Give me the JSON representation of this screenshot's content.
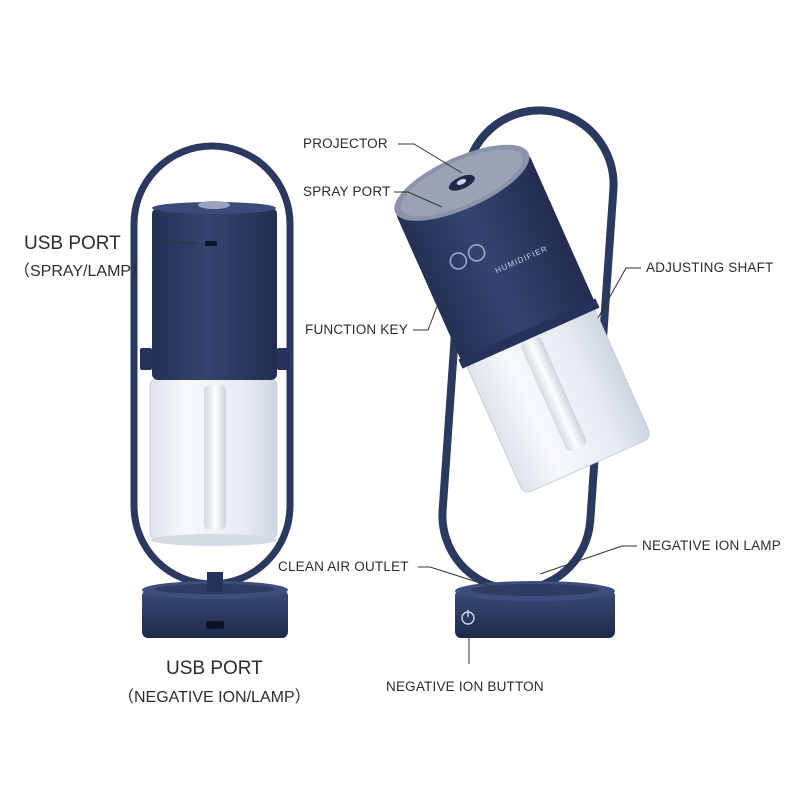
{
  "colors": {
    "body_navy": "#2f3d66",
    "body_dark": "#1f2a4a",
    "tank_clear": "#e9edf3",
    "leader_line": "#333333",
    "text": "#2c2c2c"
  },
  "left_device": {
    "usb_top_label": "USB PORT",
    "usb_top_sub": "（SPRAY/LAMP）",
    "usb_bottom_label": "USB PORT",
    "usb_bottom_sub": "（NEGATIVE ION/LAMP）"
  },
  "right_device": {
    "projector": "PROJECTOR",
    "spray_port": "SPRAY PORT",
    "function_key": "FUNCTION KEY",
    "adjusting_shaft": "ADJUSTING SHAFT",
    "clean_air_outlet": "CLEAN AIR OUTLET",
    "negative_ion_lamp": "NEGATIVE ION LAMP",
    "negative_ion_button": "NEGATIVE ION BUTTON",
    "body_print": "HUMIDIFIER"
  }
}
